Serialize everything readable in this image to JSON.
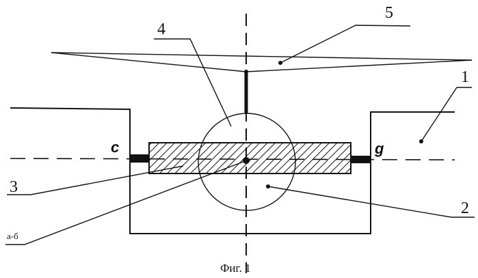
{
  "figure": {
    "caption": "Фиг. 1",
    "labels": {
      "housing": "1",
      "ball": "2",
      "rod": "3",
      "sphere": "4",
      "propeller": "5",
      "axis": "а-б",
      "point_c": "c",
      "point_g": "g"
    }
  }
}
